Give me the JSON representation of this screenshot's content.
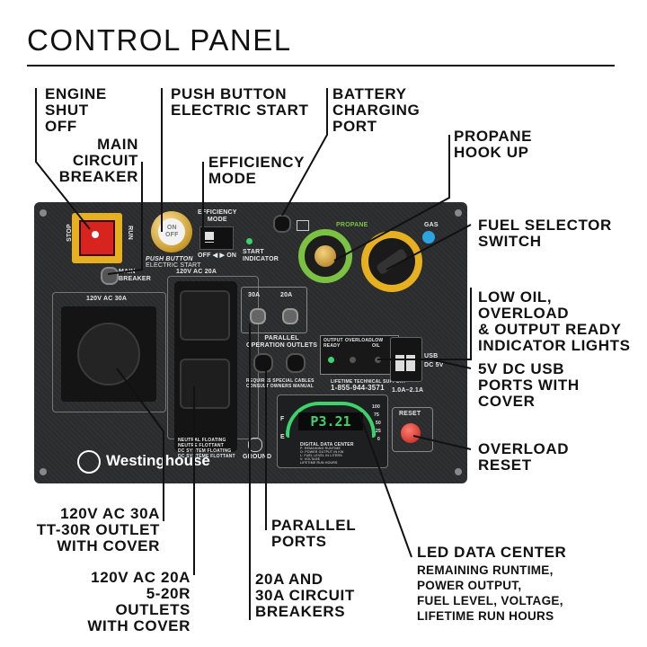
{
  "title": "CONTROL PANEL",
  "labels": {
    "engine_shut_off": "ENGINE\nSHUT\nOFF",
    "main_circuit_breaker": "MAIN\nCIRCUIT\nBREAKER",
    "push_button_electric_start": "PUSH BUTTON\nELECTRIC START",
    "efficiency_mode": "EFFICIENCY\nMODE",
    "battery_charging_port": "BATTERY\nCHARGING\nPORT",
    "propane_hook_up": "PROPANE\nHOOK UP",
    "fuel_selector_switch": "FUEL SELECTOR\nSWITCH",
    "indicator_lights": "LOW OIL, OVERLOAD\n& OUTPUT READY\nINDICATOR LIGHTS",
    "usb_ports": "5V DC USB\nPORTS WITH\nCOVER",
    "overload_reset": "OVERLOAD\nRESET",
    "outlet_30a": "120V AC 30A\nTT-30R OUTLET\nWITH COVER",
    "outlets_20a": "120V AC 20A\n5-20R OUTLETS\nWITH COVER",
    "parallel_ports": "PARALLEL\nPORTS",
    "circuit_breakers": "20A AND\n30A CIRCUIT\nBREAKERS",
    "led_data_center": "LED DATA CENTER",
    "led_data_center_detail": "REMAINING RUNTIME,\nPOWER OUTPUT,\nFUEL LEVEL, VOLTAGE,\nLIFETIME RUN HOURS"
  },
  "panel": {
    "stop": "STOP",
    "run": "RUN",
    "on_off": "ON\nOFF",
    "push_button": "PUSH BUTTON",
    "electric_start": "ELECTRIC START",
    "efficiency_mode": "EFFICIENCY\nMODE",
    "off_on": "OFF ◀ ▶ ON",
    "start_indicator": "START\nINDICATOR",
    "main_breaker": "MAIN\nBREAKER",
    "ac30": "120V AC 30A",
    "ac20": "120V AC 20A",
    "b30": "30A",
    "b20": "20A",
    "parallel_outlets": "PARALLEL\nOPERATION OUTLETS",
    "propane": "PROPANE",
    "gas": "GAS",
    "output_ready": "OUTPUT\nREADY",
    "overload": "OVERLOAD",
    "low_oil": "LOW\nOIL",
    "usb": "USB",
    "dc5v": "DC 5V",
    "usb_rating": "1.0A–2.1A",
    "reset": "RESET",
    "support": "LIFETIME TECHNICAL SUPPORT",
    "phone": "1-855-944-3571",
    "display": "P3.21",
    "ddc": "DIGITAL DATA CENTER",
    "ddc_lines": "P: REMAINING RUNTIME\nO: POWER OUTPUT IN KW\nL: FUEL LEVEL IN LITERS\nV: VOLTAGE\nLIFETIME RUN HOURS",
    "scale": [
      "100",
      "75",
      "50",
      "25",
      "0"
    ],
    "f": "F",
    "e": "E",
    "brand": "Westinghouse",
    "ground": "GROUND",
    "neutral": "NEUTRAL FLOATING\nNEUTRE FLOTTANT\nDC SYSTEM FLOATING\nDC SYSTÈME FLOTTANT",
    "cables": "REQUIRES SPECIAL CABLES\nCONSULT OWNERS MANUAL"
  },
  "colors": {
    "panel": "#2b2c2e",
    "stop_switch": "#d8241f",
    "switch_frame": "#e6b020",
    "propane_ring": "#7cc242",
    "gas": "#2aa5df",
    "display": "#3cd36a",
    "reset_button": "#e23b2e"
  }
}
